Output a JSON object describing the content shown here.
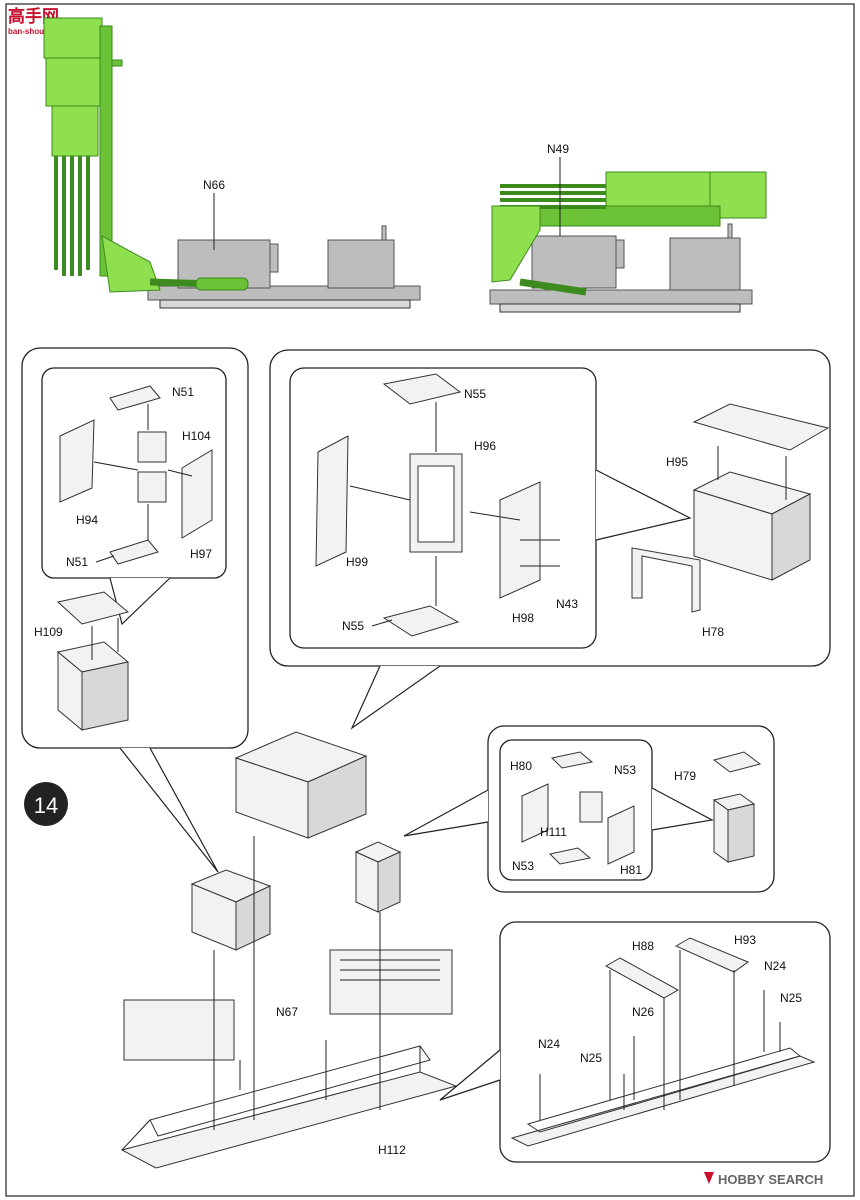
{
  "watermark": {
    "top_left_text": "高手网",
    "top_left_url": "ban-shou.com",
    "bottom_right_text": "HOBBY SEARCH",
    "brand_color": "#c8102e"
  },
  "step": {
    "number": "14"
  },
  "part_labels": {
    "n66": "N66",
    "n49": "N49",
    "n51a": "N51",
    "h104": "H104",
    "h94": "H94",
    "h97": "H97",
    "n51b": "N51",
    "h109": "H109",
    "n55a": "N55",
    "h96": "H96",
    "h99": "H99",
    "h98": "H98",
    "n43": "N43",
    "n55b": "N55",
    "h95": "H95",
    "h78": "H78",
    "h80": "H80",
    "n53a": "N53",
    "h111": "H111",
    "n53b": "N53",
    "h81": "H81",
    "h79": "H79",
    "n67": "N67",
    "h112": "H112",
    "h88": "H88",
    "h93": "H93",
    "n24a": "N24",
    "n25a": "N25",
    "n26": "N26",
    "n24b": "N24",
    "n25b": "N25"
  },
  "colors": {
    "accent_green": "#8fe04e",
    "body_gray": "#bdbdbd",
    "outline": "#222222"
  }
}
